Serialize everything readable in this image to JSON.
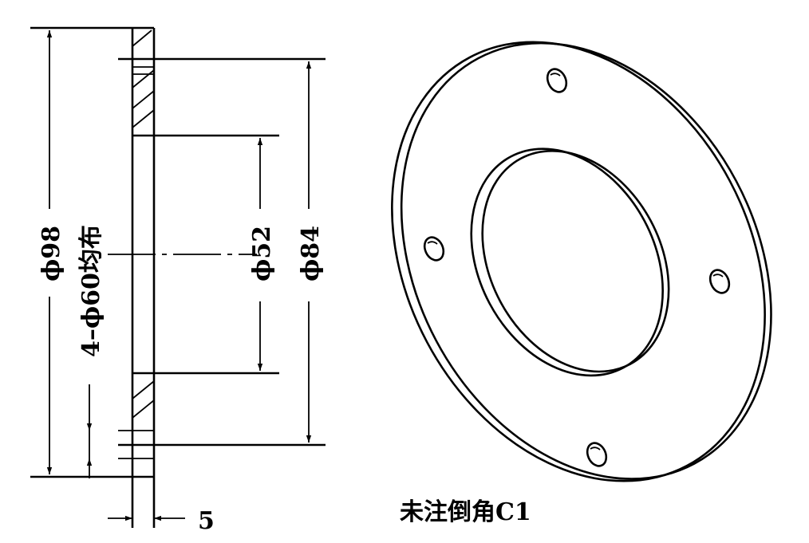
{
  "drawing": {
    "dimensions": {
      "outer_diameter": "ϕ98",
      "bolt_holes": "4–ϕ6",
      "bolt_circle": "0均布",
      "bore": "ϕ52",
      "boss": "ϕ84",
      "thickness": "5"
    },
    "note": "未注倒角C1"
  }
}
